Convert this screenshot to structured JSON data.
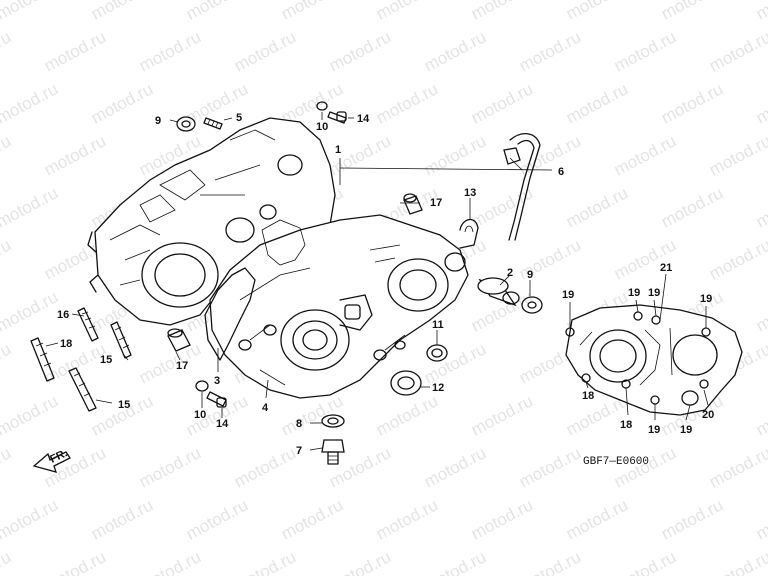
{
  "watermark": "motod.ru",
  "diagram_code": "GBF7—E0600",
  "direction_label": "FR.",
  "part_labels": [
    {
      "id": "p9a",
      "text": "9"
    },
    {
      "id": "p5",
      "text": "5"
    },
    {
      "id": "p10a",
      "text": "10"
    },
    {
      "id": "p14a",
      "text": "14"
    },
    {
      "id": "p1",
      "text": "1"
    },
    {
      "id": "p6",
      "text": "6"
    },
    {
      "id": "p17a",
      "text": "17"
    },
    {
      "id": "p13",
      "text": "13"
    },
    {
      "id": "p2",
      "text": "2"
    },
    {
      "id": "p9b",
      "text": "9"
    },
    {
      "id": "p16",
      "text": "16"
    },
    {
      "id": "p18a",
      "text": "18"
    },
    {
      "id": "p15a",
      "text": "15"
    },
    {
      "id": "p15b",
      "text": "15"
    },
    {
      "id": "p17b",
      "text": "17"
    },
    {
      "id": "p3",
      "text": "3"
    },
    {
      "id": "p4",
      "text": "4"
    },
    {
      "id": "p10b",
      "text": "10"
    },
    {
      "id": "p14b",
      "text": "14"
    },
    {
      "id": "p11",
      "text": "11"
    },
    {
      "id": "p12",
      "text": "12"
    },
    {
      "id": "p8",
      "text": "8"
    },
    {
      "id": "p7",
      "text": "7"
    },
    {
      "id": "p21",
      "text": "21"
    },
    {
      "id": "p19a",
      "text": "19"
    },
    {
      "id": "p19b",
      "text": "19"
    },
    {
      "id": "p19c",
      "text": "19"
    },
    {
      "id": "p19d",
      "text": "19"
    },
    {
      "id": "p19e",
      "text": "19"
    },
    {
      "id": "p19f",
      "text": "19"
    },
    {
      "id": "p18b",
      "text": "18"
    },
    {
      "id": "p18c",
      "text": "18"
    },
    {
      "id": "p20",
      "text": "20"
    }
  ]
}
